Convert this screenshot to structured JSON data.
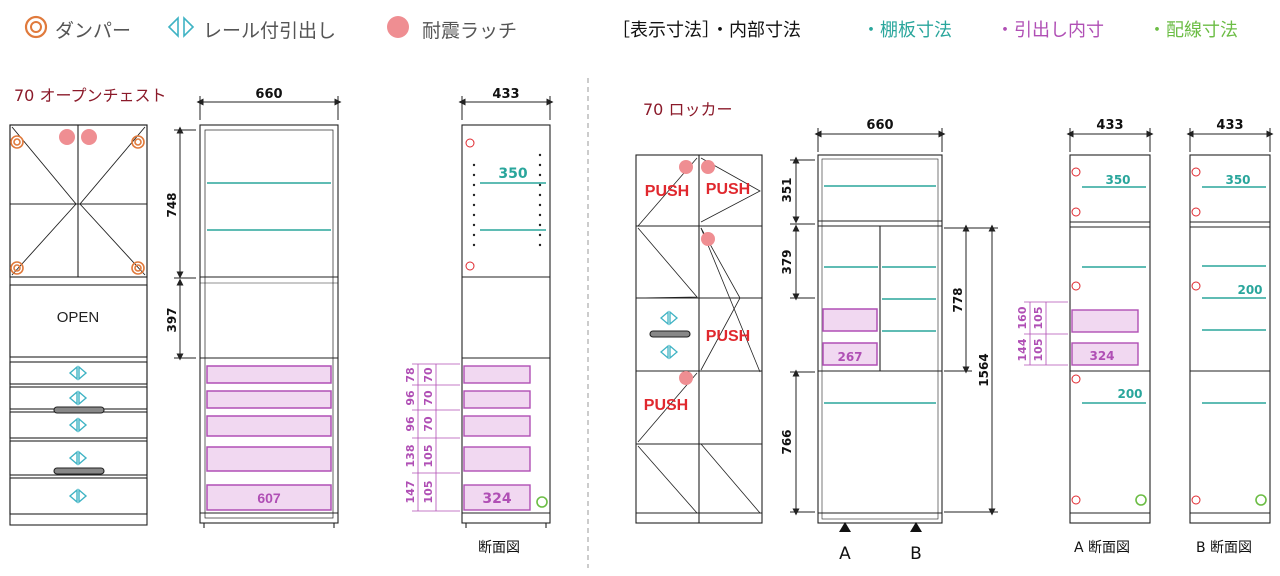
{
  "legend": {
    "damper": "ダンパー",
    "rail": "レール付引出し",
    "latch": "耐震ラッチ",
    "display_dims": "［表示寸法］・内部寸法",
    "shelf_dims": "・棚板寸法",
    "drawer_dims": "・引出し内寸",
    "wiring_dims": "・配線寸法"
  },
  "colors": {
    "damper": "#e07a3c",
    "rail": "#3fb3c4",
    "latch": "#ef8e92",
    "shelf": "#2aa69c",
    "drawer": "#b04fb5",
    "wiring": "#6cbd45",
    "title": "#8b1a2a",
    "push": "#e0282e"
  },
  "icons": [
    "damper-icon",
    "rail-icon",
    "latch-icon"
  ],
  "chest": {
    "title": "70 オープンチェスト",
    "open_label": "OPEN",
    "front_width": "660",
    "front_heights": [
      "748",
      "397"
    ],
    "drawer_label": "607",
    "side_width": "433",
    "side_shelf": "350",
    "side_drawer": "324",
    "drawer_outer": [
      "78",
      "96",
      "96",
      "138",
      "147"
    ],
    "drawer_inner": [
      "70",
      "70",
      "70",
      "105",
      "105"
    ],
    "section_caption": "断面図"
  },
  "locker": {
    "title": "70 ロッカー",
    "push_labels": [
      "PUSH",
      "PUSH",
      "PUSH",
      "PUSH"
    ],
    "front_width": "660",
    "front_heights": [
      "351",
      "379",
      "766"
    ],
    "right_heights": [
      "778",
      "1564"
    ],
    "drawer_value": "267",
    "section_a_label": "A",
    "section_b_label": "B",
    "side_width": "433",
    "side_a": {
      "caption": "A 断面図",
      "shelf": "350",
      "drawer": "324",
      "shelf2": "200",
      "outer": [
        "160",
        "144"
      ],
      "inner": [
        "105",
        "105"
      ]
    },
    "side_b": {
      "caption": "B 断面図",
      "width": "433",
      "shelf": "350",
      "shelf2": "200"
    }
  }
}
